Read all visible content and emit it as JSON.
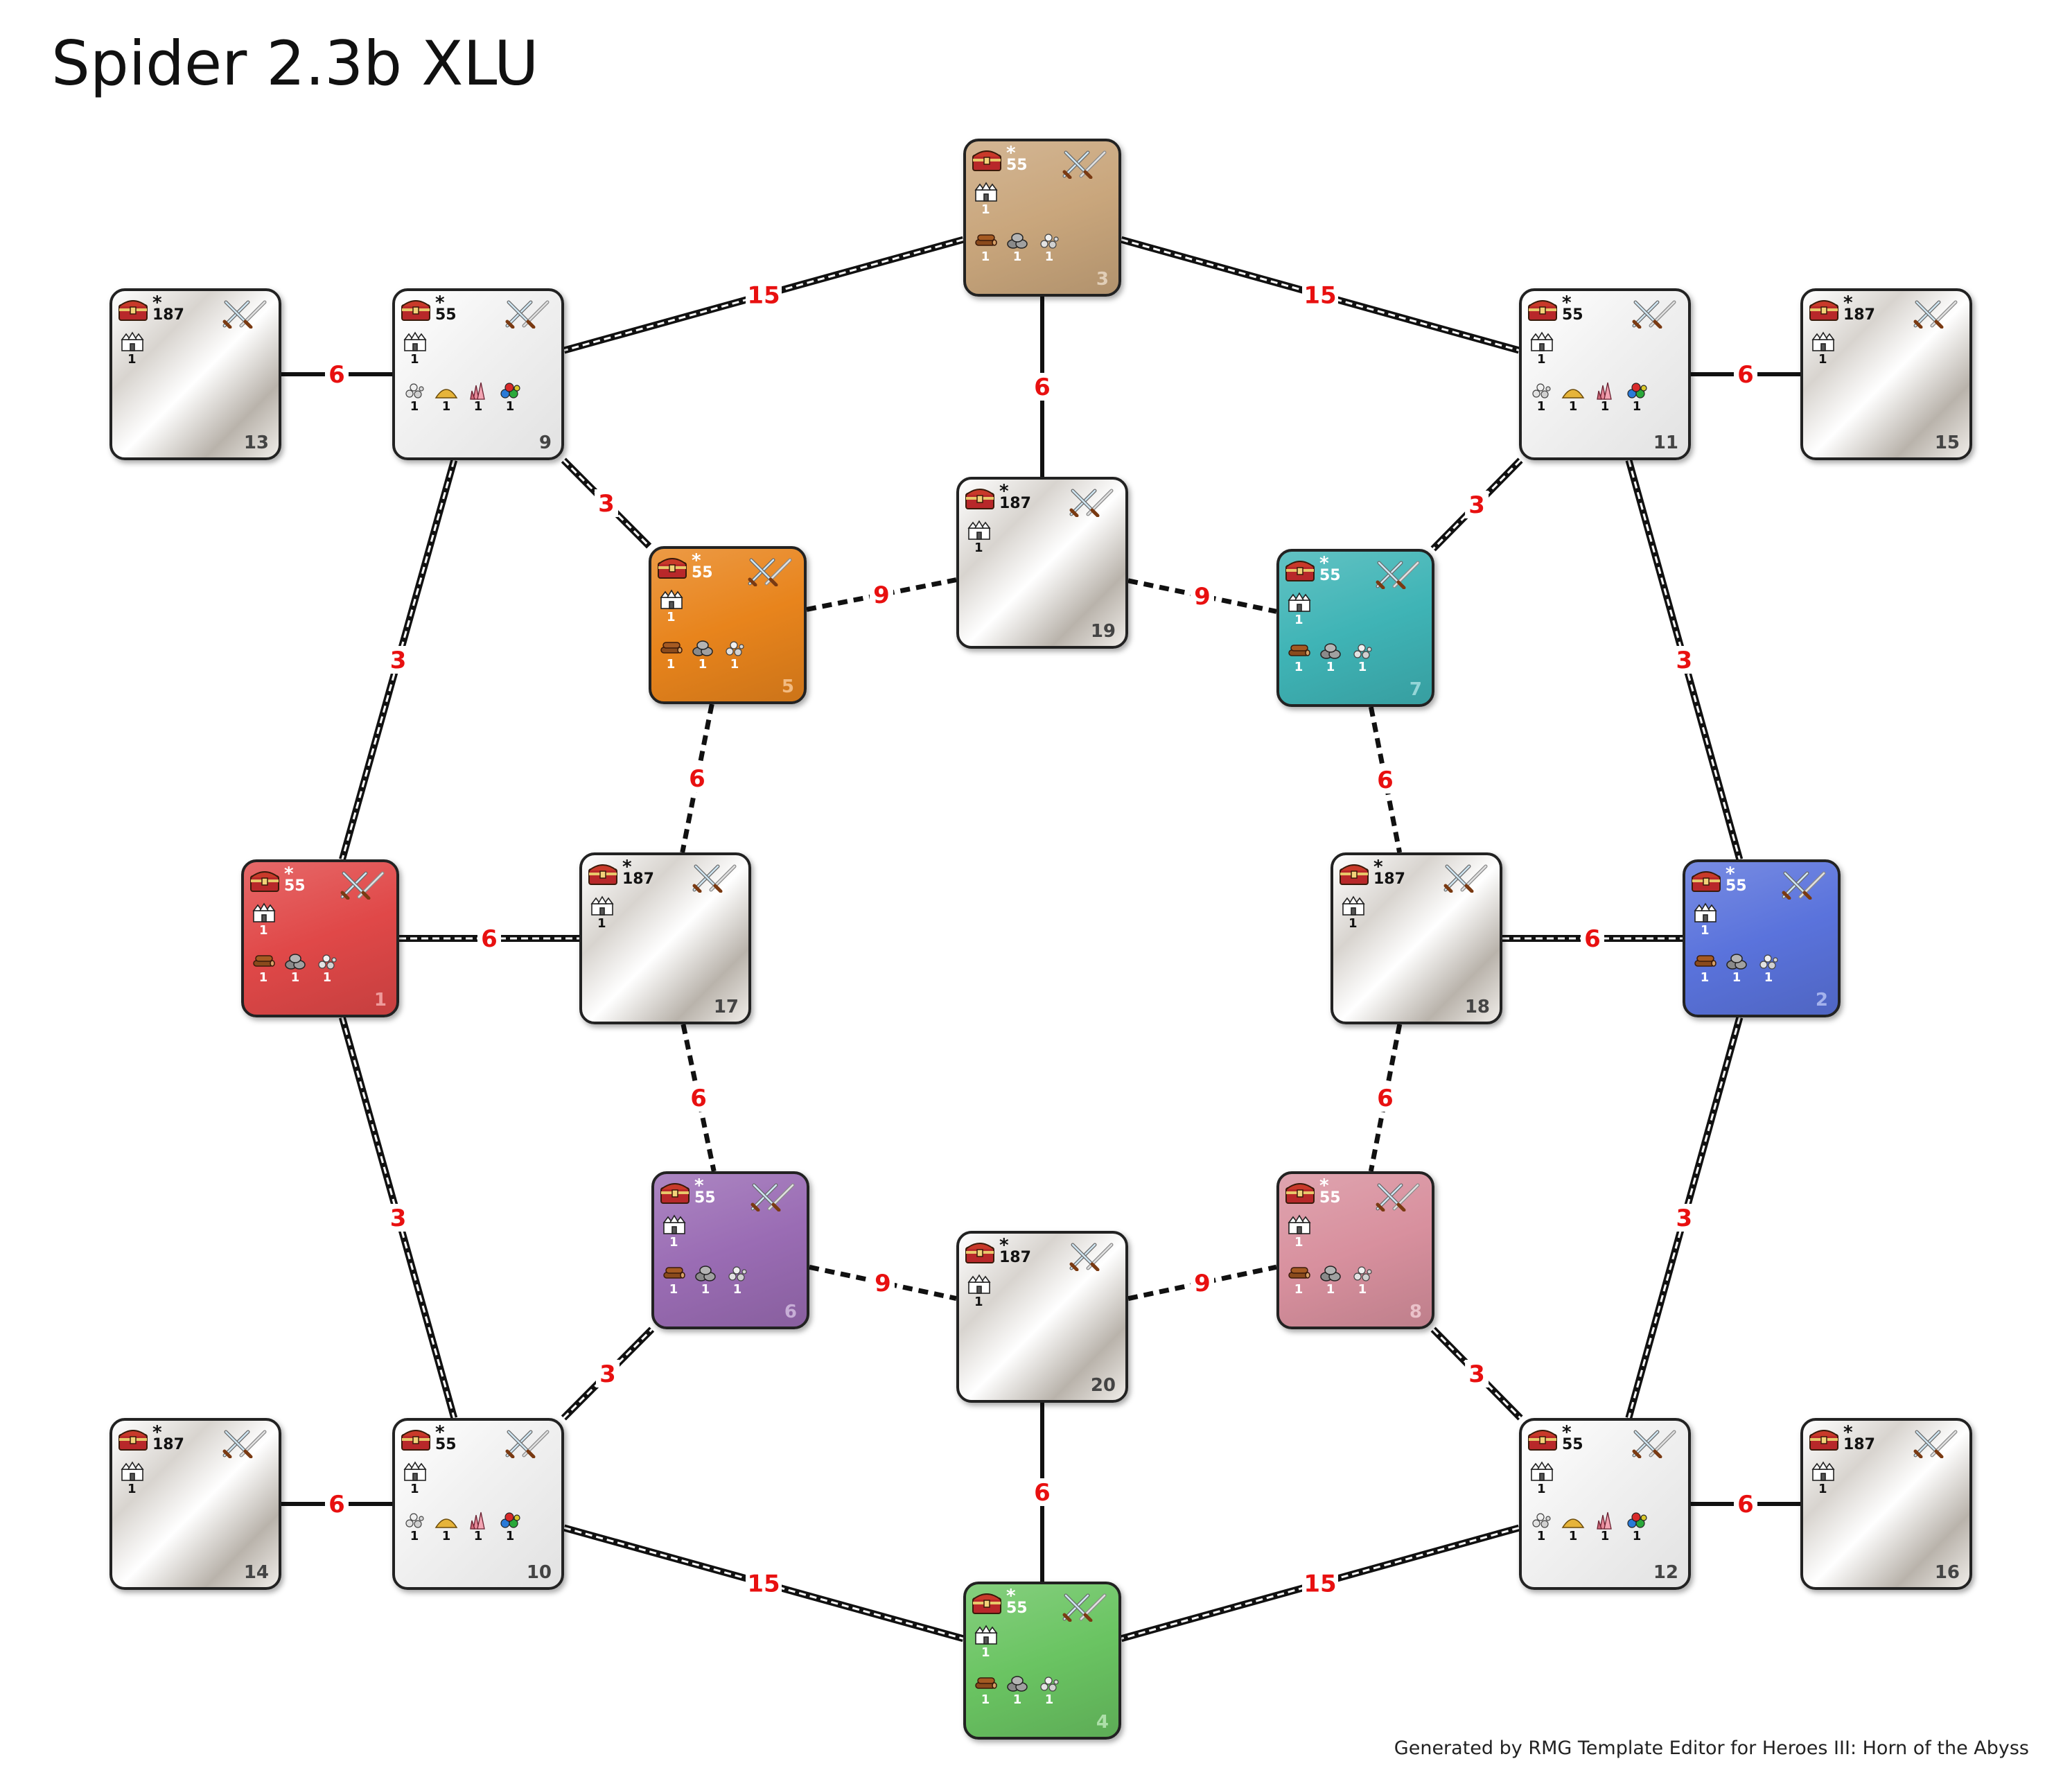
{
  "title": "Spider 2.3b XLU",
  "footer": "Generated by RMG Template Editor for Heroes III: Horn of the Abyss",
  "icons": {
    "treasure": "treasure-chest-icon",
    "monsters": "crossed-swords-icon",
    "town": "town-icon",
    "resources": [
      "wood-icon",
      "ore-icon",
      "mercury-icon",
      "sulfur-icon",
      "crystal-icon",
      "gems-icon"
    ]
  },
  "colors": {
    "player_red": "#e04848",
    "player_blue": "#5a73dc",
    "player_tan": "#c9a67c",
    "player_green": "#6ac462",
    "player_orange": "#e8841c",
    "player_purple": "#9a6cb4",
    "player_teal": "#3fb4b6",
    "player_pink": "#d8909e",
    "neutral": "#eeeeee",
    "link_label": "#e81010"
  },
  "zones": [
    {
      "id": "1",
      "kind": "player",
      "color": "#e04848",
      "star": "*",
      "wealth": "55",
      "town": "1",
      "resources": [
        {
          "icon": "wood-icon",
          "count": "1"
        },
        {
          "icon": "ore-icon",
          "count": "1"
        },
        {
          "icon": "mercury-icon",
          "count": "1"
        }
      ]
    },
    {
      "id": "2",
      "kind": "player",
      "color": "#5a73dc",
      "star": "*",
      "wealth": "55",
      "town": "1",
      "resources": [
        {
          "icon": "wood-icon",
          "count": "1"
        },
        {
          "icon": "ore-icon",
          "count": "1"
        },
        {
          "icon": "mercury-icon",
          "count": "1"
        }
      ]
    },
    {
      "id": "3",
      "kind": "player",
      "color": "#c9a67c",
      "star": "*",
      "wealth": "55",
      "town": "1",
      "resources": [
        {
          "icon": "wood-icon",
          "count": "1"
        },
        {
          "icon": "ore-icon",
          "count": "1"
        },
        {
          "icon": "mercury-icon",
          "count": "1"
        }
      ]
    },
    {
      "id": "4",
      "kind": "player",
      "color": "#6ac462",
      "star": "*",
      "wealth": "55",
      "town": "1",
      "resources": [
        {
          "icon": "wood-icon",
          "count": "1"
        },
        {
          "icon": "ore-icon",
          "count": "1"
        },
        {
          "icon": "mercury-icon",
          "count": "1"
        }
      ]
    },
    {
      "id": "5",
      "kind": "player",
      "color": "#e8841c",
      "star": "*",
      "wealth": "55",
      "town": "1",
      "resources": [
        {
          "icon": "wood-icon",
          "count": "1"
        },
        {
          "icon": "ore-icon",
          "count": "1"
        },
        {
          "icon": "mercury-icon",
          "count": "1"
        }
      ]
    },
    {
      "id": "6",
      "kind": "player",
      "color": "#9a6cb4",
      "star": "*",
      "wealth": "55",
      "town": "1",
      "resources": [
        {
          "icon": "wood-icon",
          "count": "1"
        },
        {
          "icon": "ore-icon",
          "count": "1"
        },
        {
          "icon": "mercury-icon",
          "count": "1"
        }
      ]
    },
    {
      "id": "7",
      "kind": "player",
      "color": "#3fb4b6",
      "star": "*",
      "wealth": "55",
      "town": "1",
      "resources": [
        {
          "icon": "wood-icon",
          "count": "1"
        },
        {
          "icon": "ore-icon",
          "count": "1"
        },
        {
          "icon": "mercury-icon",
          "count": "1"
        }
      ]
    },
    {
      "id": "8",
      "kind": "player",
      "color": "#d8909e",
      "star": "*",
      "wealth": "55",
      "town": "1",
      "resources": [
        {
          "icon": "wood-icon",
          "count": "1"
        },
        {
          "icon": "ore-icon",
          "count": "1"
        },
        {
          "icon": "mercury-icon",
          "count": "1"
        }
      ]
    },
    {
      "id": "9",
      "kind": "resource",
      "color": "#eeeeee",
      "star": "*",
      "wealth": "55",
      "town": "1",
      "resources": [
        {
          "icon": "mercury-icon",
          "count": "1"
        },
        {
          "icon": "sulfur-icon",
          "count": "1"
        },
        {
          "icon": "crystal-icon",
          "count": "1"
        },
        {
          "icon": "gems-icon",
          "count": "1"
        }
      ]
    },
    {
      "id": "10",
      "kind": "resource",
      "color": "#eeeeee",
      "star": "*",
      "wealth": "55",
      "town": "1",
      "resources": [
        {
          "icon": "mercury-icon",
          "count": "1"
        },
        {
          "icon": "sulfur-icon",
          "count": "1"
        },
        {
          "icon": "crystal-icon",
          "count": "1"
        },
        {
          "icon": "gems-icon",
          "count": "1"
        }
      ]
    },
    {
      "id": "11",
      "kind": "resource",
      "color": "#eeeeee",
      "star": "*",
      "wealth": "55",
      "town": "1",
      "resources": [
        {
          "icon": "mercury-icon",
          "count": "1"
        },
        {
          "icon": "sulfur-icon",
          "count": "1"
        },
        {
          "icon": "crystal-icon",
          "count": "1"
        },
        {
          "icon": "gems-icon",
          "count": "1"
        }
      ]
    },
    {
      "id": "12",
      "kind": "resource",
      "color": "#eeeeee",
      "star": "*",
      "wealth": "55",
      "town": "1",
      "resources": [
        {
          "icon": "mercury-icon",
          "count": "1"
        },
        {
          "icon": "sulfur-icon",
          "count": "1"
        },
        {
          "icon": "crystal-icon",
          "count": "1"
        },
        {
          "icon": "gems-icon",
          "count": "1"
        }
      ]
    },
    {
      "id": "13",
      "kind": "treasure",
      "color": "#eeeeee",
      "star": "*",
      "wealth": "187",
      "town": "1",
      "resources": []
    },
    {
      "id": "14",
      "kind": "treasure",
      "color": "#eeeeee",
      "star": "*",
      "wealth": "187",
      "town": "1",
      "resources": []
    },
    {
      "id": "15",
      "kind": "treasure",
      "color": "#eeeeee",
      "star": "*",
      "wealth": "187",
      "town": "1",
      "resources": []
    },
    {
      "id": "16",
      "kind": "treasure",
      "color": "#eeeeee",
      "star": "*",
      "wealth": "187",
      "town": "1",
      "resources": []
    },
    {
      "id": "17",
      "kind": "treasure",
      "color": "#eeeeee",
      "star": "*",
      "wealth": "187",
      "town": "1",
      "resources": []
    },
    {
      "id": "18",
      "kind": "treasure",
      "color": "#eeeeee",
      "star": "*",
      "wealth": "187",
      "town": "1",
      "resources": []
    },
    {
      "id": "19",
      "kind": "treasure",
      "color": "#eeeeee",
      "star": "*",
      "wealth": "187",
      "town": "1",
      "resources": []
    },
    {
      "id": "20",
      "kind": "treasure",
      "color": "#eeeeee",
      "star": "*",
      "wealth": "187",
      "town": "1",
      "resources": []
    }
  ],
  "links": [
    {
      "from": "3",
      "to": "9",
      "value": "15",
      "style": "double"
    },
    {
      "from": "3",
      "to": "11",
      "value": "15",
      "style": "double"
    },
    {
      "from": "3",
      "to": "19",
      "value": "6",
      "style": "solid"
    },
    {
      "from": "13",
      "to": "9",
      "value": "6",
      "style": "solid"
    },
    {
      "from": "11",
      "to": "15",
      "value": "6",
      "style": "solid"
    },
    {
      "from": "9",
      "to": "5",
      "value": "3",
      "style": "double"
    },
    {
      "from": "11",
      "to": "7",
      "value": "3",
      "style": "double"
    },
    {
      "from": "9",
      "to": "1",
      "value": "3",
      "style": "double"
    },
    {
      "from": "11",
      "to": "2",
      "value": "3",
      "style": "double"
    },
    {
      "from": "5",
      "to": "19",
      "value": "9",
      "style": "dashed"
    },
    {
      "from": "19",
      "to": "7",
      "value": "9",
      "style": "dashed"
    },
    {
      "from": "5",
      "to": "17",
      "value": "6",
      "style": "dashed"
    },
    {
      "from": "7",
      "to": "18",
      "value": "6",
      "style": "dashed"
    },
    {
      "from": "1",
      "to": "17",
      "value": "6",
      "style": "double"
    },
    {
      "from": "18",
      "to": "2",
      "value": "6",
      "style": "double"
    },
    {
      "from": "17",
      "to": "6",
      "value": "6",
      "style": "dashed"
    },
    {
      "from": "18",
      "to": "8",
      "value": "6",
      "style": "dashed"
    },
    {
      "from": "1",
      "to": "10",
      "value": "3",
      "style": "double"
    },
    {
      "from": "2",
      "to": "12",
      "value": "3",
      "style": "double"
    },
    {
      "from": "6",
      "to": "20",
      "value": "9",
      "style": "dashed"
    },
    {
      "from": "20",
      "to": "8",
      "value": "9",
      "style": "dashed"
    },
    {
      "from": "10",
      "to": "6",
      "value": "3",
      "style": "double"
    },
    {
      "from": "8",
      "to": "12",
      "value": "3",
      "style": "double"
    },
    {
      "from": "14",
      "to": "10",
      "value": "6",
      "style": "solid"
    },
    {
      "from": "12",
      "to": "16",
      "value": "6",
      "style": "solid"
    },
    {
      "from": "20",
      "to": "4",
      "value": "6",
      "style": "solid"
    },
    {
      "from": "10",
      "to": "4",
      "value": "15",
      "style": "double"
    },
    {
      "from": "12",
      "to": "4",
      "value": "15",
      "style": "double"
    }
  ]
}
